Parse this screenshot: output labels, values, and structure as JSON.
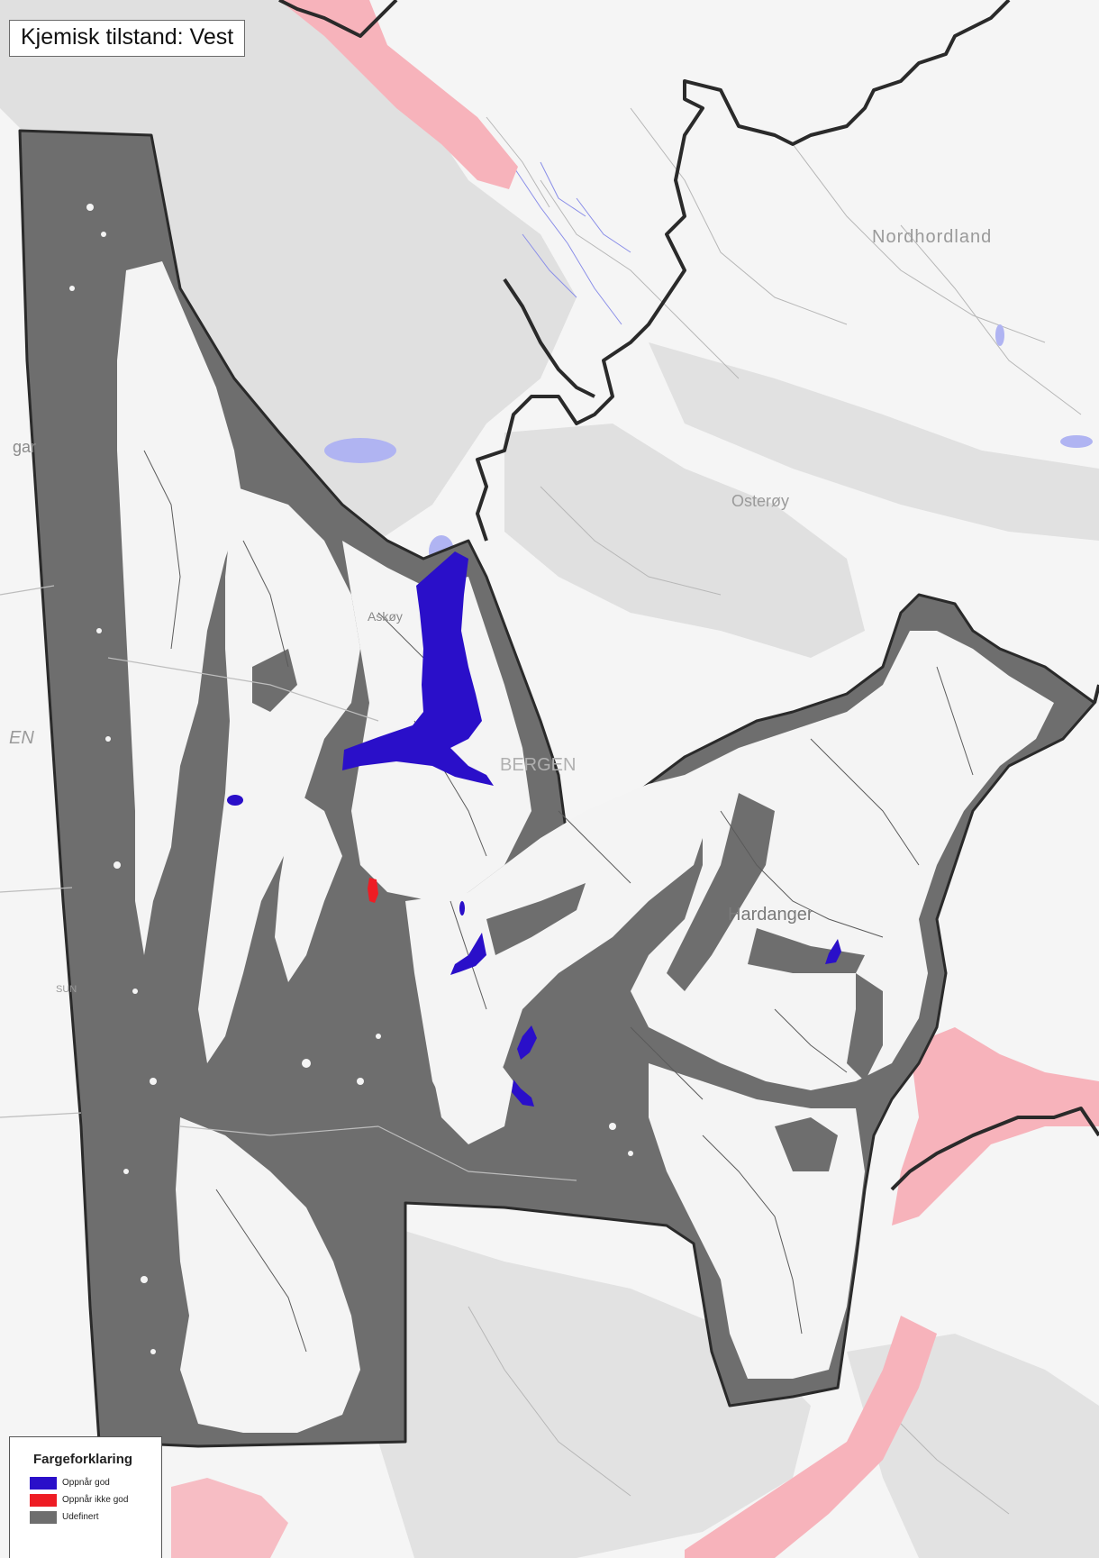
{
  "map": {
    "title": "Kjemisk tilstand: Vest",
    "place_labels": [
      "Nordhordland",
      "Osterøy",
      "Hardanger",
      "Askøy",
      "BERGEN",
      "SUN",
      "EN",
      "gar"
    ],
    "colors": {
      "good": "#2a0fc9",
      "not_good": "#ee1c24",
      "undefined": "#6e6e6e",
      "neighbour_highlight": "#f7b3bb",
      "land": "#f5f5f5",
      "water": "#c9c9c9",
      "region_border": "#2a2a2a"
    }
  },
  "legend": {
    "title": "Fargeforklaring",
    "items": [
      {
        "label": "Oppnår god",
        "color": "#2a0fc9"
      },
      {
        "label": "Oppnår ikke god",
        "color": "#ee1c24"
      },
      {
        "label": "Udefinert",
        "color": "#6e6e6e"
      }
    ]
  }
}
